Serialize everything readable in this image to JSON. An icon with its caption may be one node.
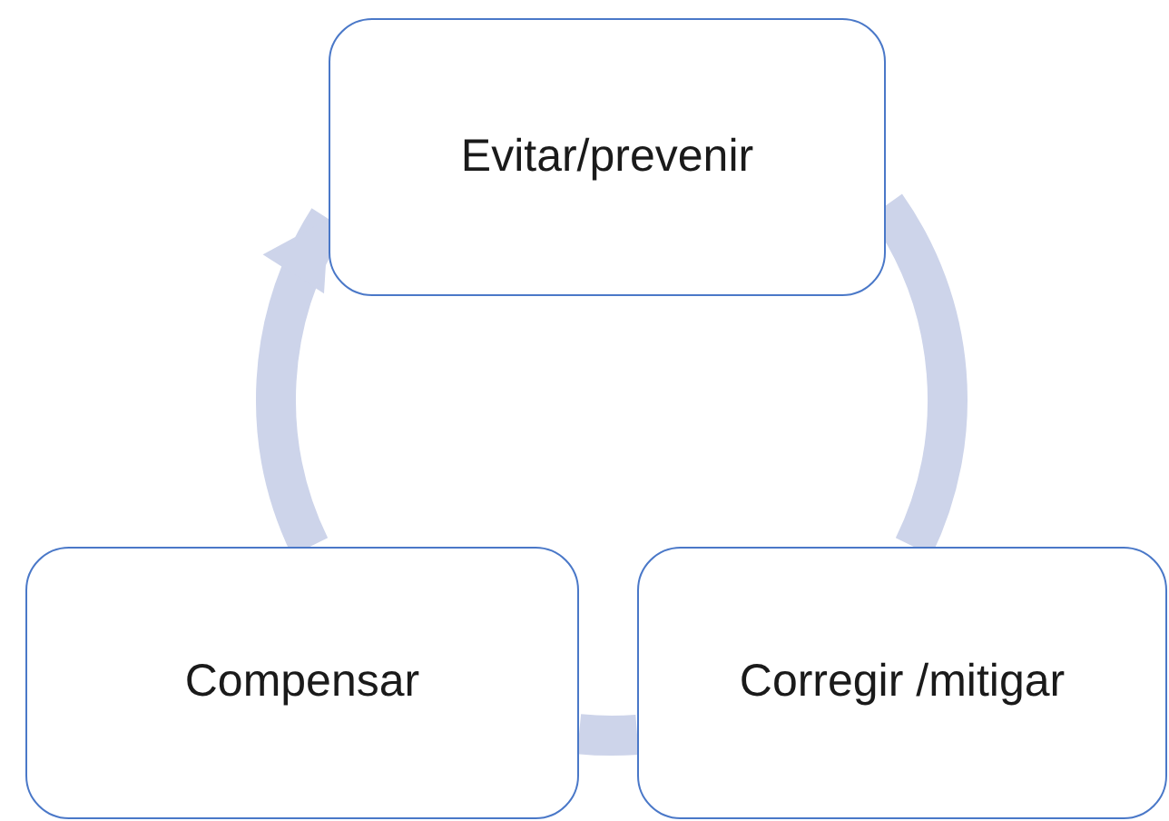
{
  "diagram": {
    "nodes": [
      {
        "text": [
          "Evitar/prevenir"
        ]
      },
      {
        "text": [
          "Compensar"
        ]
      },
      {
        "text": [
          "Corregir /mitigar"
        ]
      }
    ],
    "edges": [
      {
        "from": 0,
        "to": 2,
        "arrow": "none"
      },
      {
        "from": 2,
        "to": 1,
        "arrow": "none"
      },
      {
        "from": 1,
        "to": 0,
        "arrow": "to"
      }
    ]
  }
}
